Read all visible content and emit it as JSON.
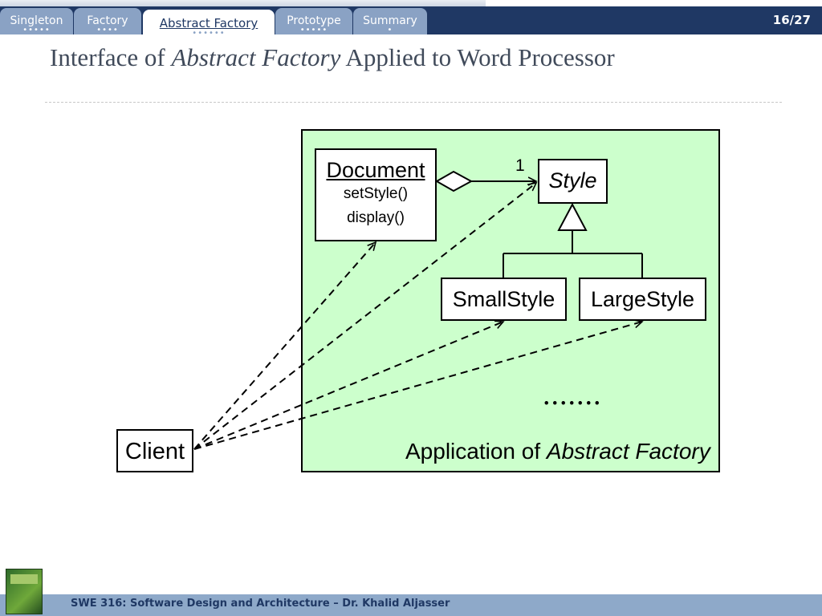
{
  "nav": {
    "tabs": [
      {
        "label": "Singleton",
        "dots": "•••••"
      },
      {
        "label": "Factory",
        "dots": "••••"
      },
      {
        "label": "Abstract Factory",
        "dots": "••••••"
      },
      {
        "label": "Prototype",
        "dots": "•••••"
      },
      {
        "label": "Summary",
        "dots": "•"
      }
    ],
    "active_tab": "Abstract Factory",
    "page": "16/27"
  },
  "title": {
    "part1": "Interface of ",
    "italic": "Abstract Factory",
    "part2": " Applied to Word Processor"
  },
  "diagram": {
    "document": {
      "name": "Document",
      "ops": [
        "setStyle()",
        "display()"
      ]
    },
    "style": "Style",
    "small_style": "SmallStyle",
    "large_style": "LargeStyle",
    "client": "Client",
    "multiplicity": "1",
    "ellipsis": ".......",
    "app_label": {
      "prefix": "Application of ",
      "italic": "Abstract Factory"
    }
  },
  "footer": {
    "text": "SWE 316: Software Design and Architecture – Dr. Khalid Aljasser"
  },
  "colors": {
    "nav_bg": "#1f3864",
    "tab_bg": "#8aa2c4",
    "app_box": "#ccffcc",
    "footer_bg": "#8ea9c9",
    "title": "#404a5a"
  }
}
